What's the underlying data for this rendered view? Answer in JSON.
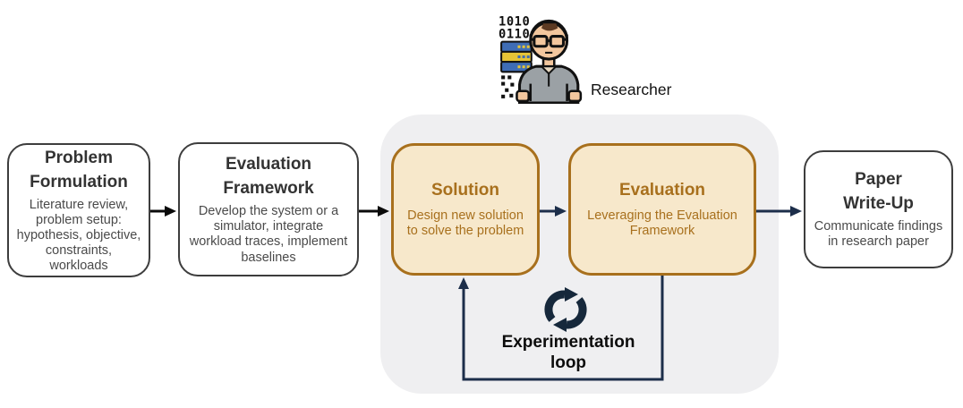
{
  "diagram": {
    "researcher": {
      "label": "Researcher"
    },
    "stages": [
      {
        "id": "problem-formulation",
        "title": "Problem Formulation",
        "description": "Literature review, problem setup: hypothesis, objective, constraints, workloads",
        "style": "plain"
      },
      {
        "id": "evaluation-framework",
        "title": "Evaluation Framework",
        "description": "Develop the system or a simulator, integrate workload traces, implement baselines",
        "style": "plain"
      },
      {
        "id": "solution",
        "title": "Solution",
        "description": "Design new solution to solve the problem",
        "style": "highlight"
      },
      {
        "id": "evaluation",
        "title": "Evaluation",
        "description": "Leveraging the Evaluation Framework",
        "style": "highlight"
      },
      {
        "id": "paper-write-up",
        "title": "Paper Write-Up",
        "description": "Communicate findings in research paper",
        "style": "plain"
      }
    ],
    "loop": {
      "label": "Experimentation loop"
    },
    "colors": {
      "highlight_fill": "#f7e8cb",
      "highlight_border": "#a8701d",
      "highlight_text": "#a8701d",
      "plain_border": "#3d3d3d",
      "title_text": "#333333",
      "body_text": "#4a4a4a",
      "arrow_black": "#0a0a0a",
      "arrow_navy": "#1c2e4a",
      "group_background": "#efeff1"
    }
  }
}
